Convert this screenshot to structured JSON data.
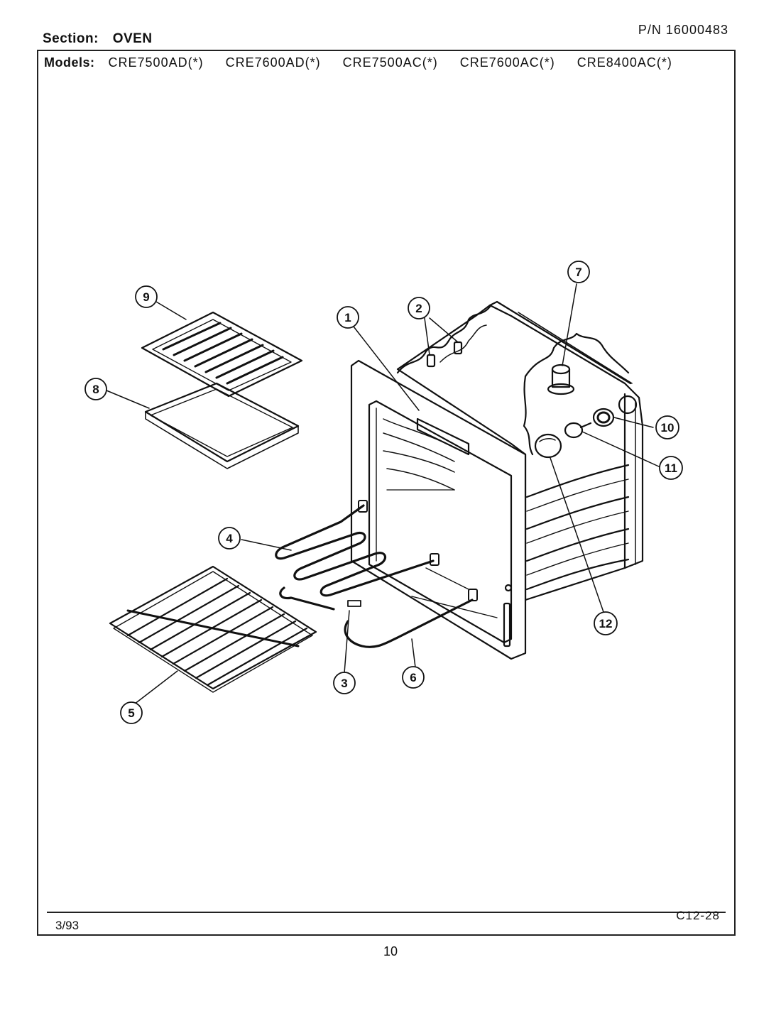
{
  "header": {
    "section_label": "Section:",
    "section_value": "OVEN",
    "part_number": "P/N  16000483"
  },
  "models": {
    "label": "Models:",
    "items": [
      "CRE7500AD(*)",
      "CRE7600AD(*)",
      "CRE7500AC(*)",
      "CRE7600AC(*)",
      "CRE8400AC(*)"
    ]
  },
  "footer": {
    "date": "3/93",
    "code": "C12-28",
    "page": "10"
  },
  "callouts": [
    "1",
    "2",
    "3",
    "4",
    "5",
    "6",
    "7",
    "8",
    "9",
    "10",
    "11",
    "12"
  ]
}
